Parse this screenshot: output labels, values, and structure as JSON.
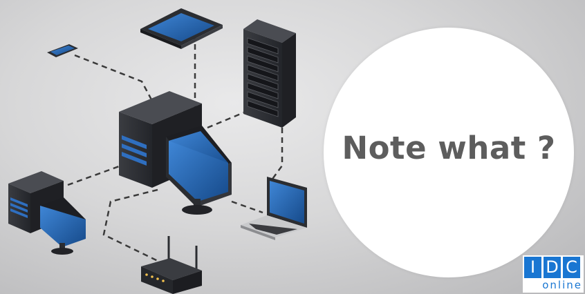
{
  "headline": "Note what ?",
  "logo": {
    "letters": [
      "I",
      "D",
      "C"
    ],
    "subtitle": "online"
  },
  "icons": [
    "smartphone-icon",
    "tablet-icon",
    "server-rack-icon",
    "desktop-computer-icon",
    "desktop-computer-icon",
    "laptop-icon",
    "router-icon"
  ],
  "colors": {
    "background": "#d7d7d8",
    "device_dark": "#2f3135",
    "screen_blue": "#1f5fa8",
    "headline_text": "#5d5d5d",
    "logo_blue": "#1976d2"
  }
}
